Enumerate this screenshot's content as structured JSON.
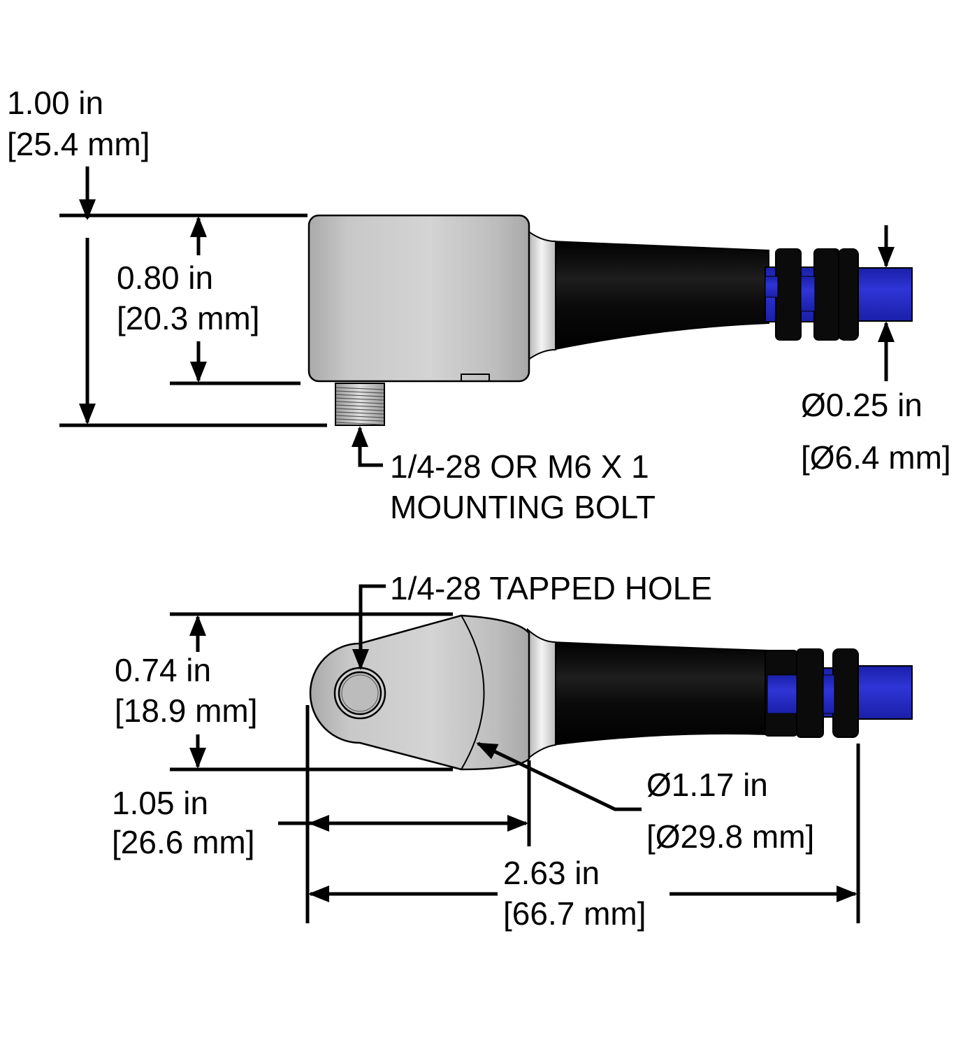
{
  "colors": {
    "housing": "#c4c4c4",
    "housing_highlight": "#e6e6e6",
    "cable_black": "#0b0b0b",
    "connector_blue": "#2b30c8",
    "line": "#000000"
  },
  "top_view": {
    "overall_height": {
      "in": "1.00 in",
      "mm": "[25.4 mm]"
    },
    "body_height": {
      "in": "0.80 in",
      "mm": "[20.3 mm]"
    },
    "cable_diameter": {
      "in": "Ø0.25 in",
      "mm": "[Ø6.4 mm]"
    },
    "bolt_callout": {
      "line1": "1/4-28 OR M6 X 1",
      "line2": "MOUNTING BOLT"
    }
  },
  "bottom_view": {
    "hole_callout": "1/4-28 TAPPED HOLE",
    "width": {
      "in": "0.74 in",
      "mm": "[18.9 mm]"
    },
    "hole_to_body": {
      "in": "1.05 in",
      "mm": "[26.6 mm]"
    },
    "body_diameter": {
      "in": "Ø1.17 in",
      "mm": "[Ø29.8 mm]"
    },
    "overall_length": {
      "in": "2.63 in",
      "mm": "[66.7 mm]"
    }
  }
}
